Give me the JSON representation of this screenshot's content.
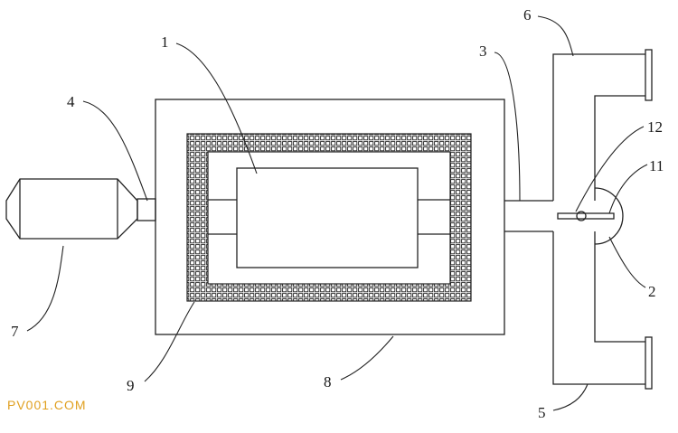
{
  "labels": {
    "l1": "1",
    "l2": "2",
    "l3": "3",
    "l4": "4",
    "l5": "5",
    "l6": "6",
    "l7": "7",
    "l8": "8",
    "l9": "9",
    "l11": "11",
    "l12": "12"
  },
  "watermark": "PV001.COM",
  "colors": {
    "line": "#222222",
    "watermark": "#e0a020",
    "background": "#ffffff"
  }
}
